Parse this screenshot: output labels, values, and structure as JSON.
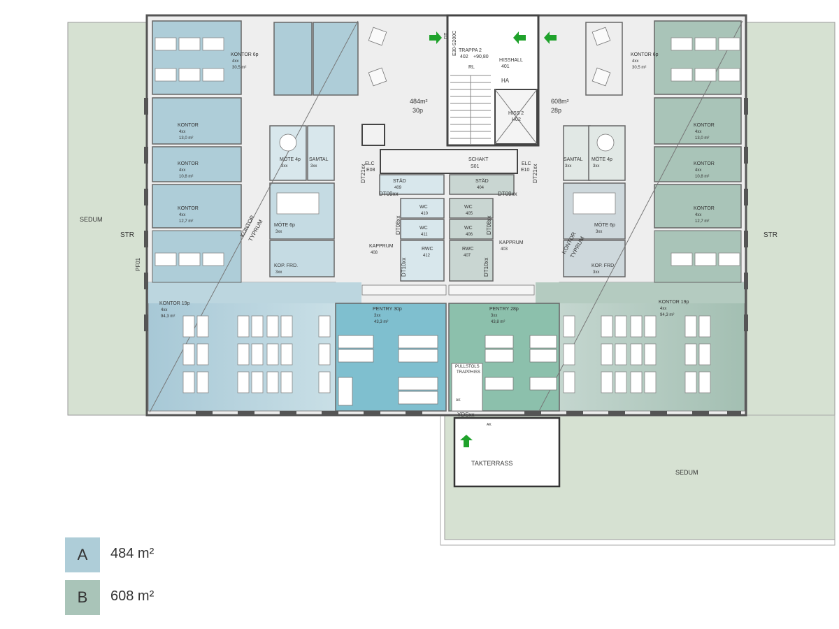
{
  "colors": {
    "zone_a": "#aecdd8",
    "zone_b": "#a9c4b8",
    "pentry_a": "#7fbfcf",
    "pentry_b": "#8cc0ac",
    "sedum": "#d6e1d2",
    "core": "#e6e6e6",
    "wall": "#555555",
    "arrow": "#1fa22b"
  },
  "roof": {
    "west": "SEDUM",
    "south": "SEDUM",
    "terrace": "TAKTERRASS",
    "str_left": "STR",
    "str_right": "STR",
    "pf": "PF01"
  },
  "zone_a": {
    "total_area": "484m²",
    "total_persons": "30p"
  },
  "zone_b": {
    "total_area": "608m²",
    "total_persons": "28p"
  },
  "core": {
    "stair": "TRAPPA 2",
    "stair_no": "402",
    "stair_level": "+90,80",
    "stair_rl": "RL",
    "lobby": "HISSHALL",
    "lobby_no": "401",
    "lobby_ha": "HA",
    "lift": "HISS 2",
    "lift_no": "H02",
    "shaft": "SCHAKT",
    "shaft_no": "S01",
    "elc_left": "ELC",
    "elc_left_no": "E08",
    "elc_right": "ELC",
    "elc_right_no": "E10"
  },
  "rooms_a": [
    {
      "name": "KONTOR 6p",
      "info": "4xx",
      "area": "30,5 m²"
    },
    {
      "name": "KONTOR",
      "info": "4xx",
      "area": "13,0 m²"
    },
    {
      "name": "KONTOR",
      "info": "4xx",
      "area": "10,8 m²"
    },
    {
      "name": "KONTOR",
      "info": "4xx",
      "area": "12,7 m²"
    },
    {
      "name": "KONTOR 19p",
      "info": "4xx",
      "area": "94,3 m²"
    },
    {
      "name": "MÖTE 4p",
      "info": "3xx"
    },
    {
      "name": "SAMTAL",
      "info": "3xx"
    },
    {
      "name": "MÖTE 6p",
      "info": "3xx"
    },
    {
      "name": "KOP. FRD.",
      "info": "3xx"
    },
    {
      "name": "PENTRY 30p",
      "info": "3xx",
      "area": "43,3 m²"
    },
    {
      "name": "STÄD",
      "info": "409"
    },
    {
      "name": "KAPPRUM",
      "info": "408"
    },
    {
      "name": "WC",
      "info": "410"
    },
    {
      "name": "WC",
      "info": "411"
    },
    {
      "name": "RWC",
      "info": "412"
    }
  ],
  "rooms_b": [
    {
      "name": "KONTOR 6p",
      "info": "4xx",
      "area": "30,5 m²"
    },
    {
      "name": "KONTOR",
      "info": "4xx",
      "area": "13,0 m²"
    },
    {
      "name": "KONTOR",
      "info": "4xx",
      "area": "10,8 m²"
    },
    {
      "name": "KONTOR",
      "info": "4xx",
      "area": "12,7 m²"
    },
    {
      "name": "KONTOR 19p",
      "info": "4xx",
      "area": "94,3 m²"
    },
    {
      "name": "MÖTE 4p",
      "info": "3xx"
    },
    {
      "name": "SAMTAL",
      "info": "3xx"
    },
    {
      "name": "MÖTE 6p",
      "info": "3xx"
    },
    {
      "name": "KOP. FRD.",
      "info": "3xx"
    },
    {
      "name": "PENTRY 28p",
      "info": "3xx",
      "area": "43,8 m²"
    },
    {
      "name": "STÄD",
      "info": "404"
    },
    {
      "name": "KAPPRUM",
      "info": "403"
    },
    {
      "name": "WC",
      "info": "405"
    },
    {
      "name": "WC",
      "info": "406"
    },
    {
      "name": "RWC",
      "info": "407"
    }
  ],
  "typrum": {
    "line1": "KONTOR",
    "line2": "TYPRUM"
  },
  "doors": {
    "d1": "DT21xx",
    "d2": "DT21xx",
    "d3": "DT09xx",
    "d4": "DT09xx",
    "d5": "DT08xx",
    "d6": "DT08xx",
    "d7": "DT10xx",
    "d8": "DT10xx",
    "stair_door": "DT",
    "stair_door2": "E30-S200C",
    "ydsx": "YDSxx",
    "ak1": "AK",
    "ak2": "AK",
    "pullstol": "PULLSTOLS",
    "trapphiss": "TRAPPHISS"
  },
  "legend": [
    {
      "letter": "A",
      "area": "484 m²",
      "color": "#aecdd8"
    },
    {
      "letter": "B",
      "area": "608 m²",
      "color": "#a9c4b8"
    }
  ]
}
